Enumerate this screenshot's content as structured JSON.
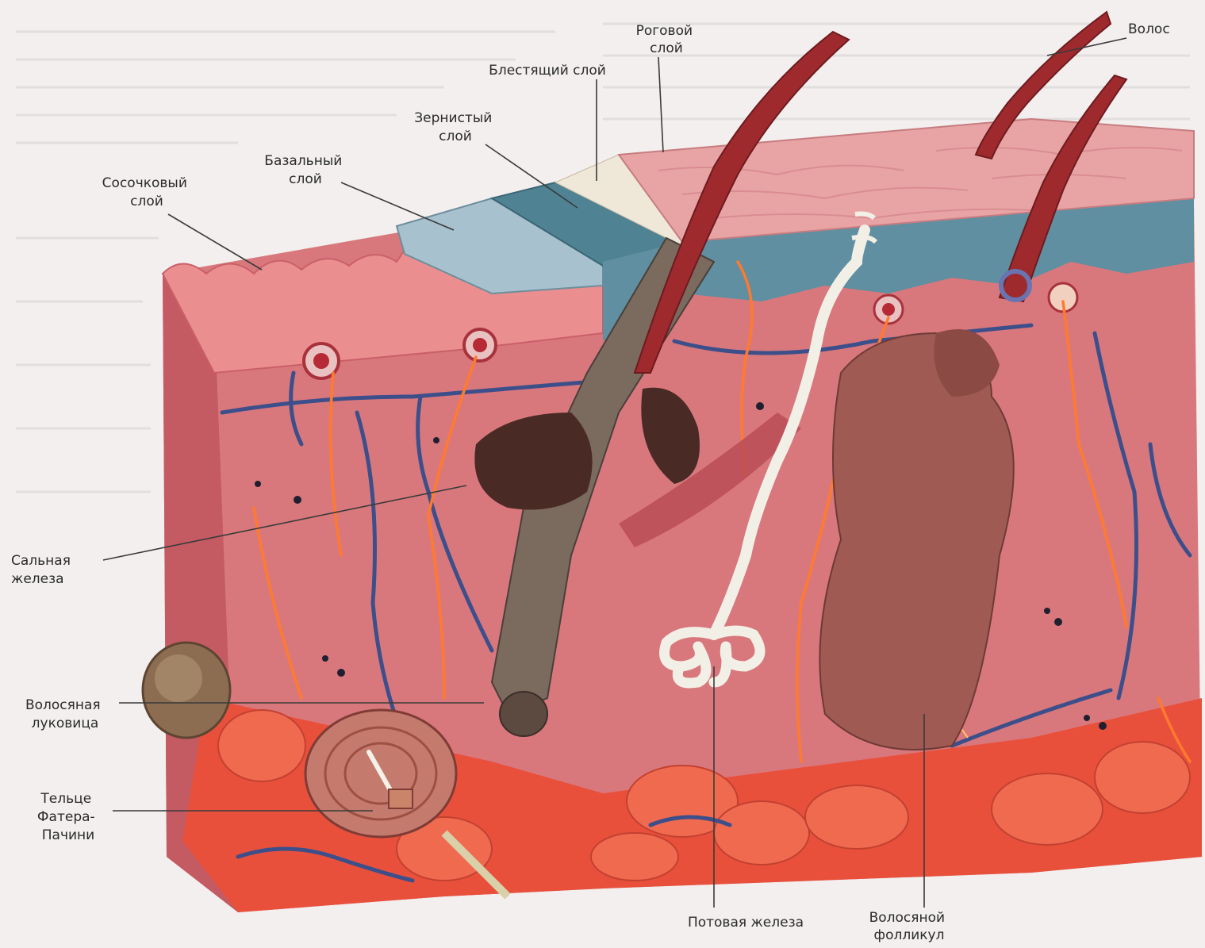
{
  "labels": {
    "horny_layer": [
      "Роговой",
      "слой"
    ],
    "hair": [
      "Волос"
    ],
    "lucid_layer": [
      "Блестящий слой"
    ],
    "granular_layer": [
      "Зернистый",
      "слой"
    ],
    "basal_layer": [
      "Базальный",
      "слой"
    ],
    "papillary_layer": [
      "Сосочковый",
      "слой"
    ],
    "sebaceous_gland": [
      "Сальная",
      "железа"
    ],
    "hair_bulb": [
      "Волосяная",
      "луковица"
    ],
    "pacinian_corpuscle": [
      "Тельце",
      "Фатера-",
      "Пачини"
    ],
    "sweat_gland": [
      "Потовая железа"
    ],
    "hair_follicle": [
      "Волосяной",
      "фолликул"
    ]
  },
  "colors": {
    "page_background": "#f2efee",
    "dermis": "#d9787c",
    "dermis_dark": "#b84a52",
    "epidermis_blue": "#5f8fa0",
    "horny_pink": "#e8a4a4",
    "hair": "#9e2a2e",
    "artery": "#ff7a2e",
    "vein": "#3d4f8a",
    "sweat_gland": "#f2f0e6",
    "sebaceous_gland": "#4a2a24",
    "fat_lobules": "#e8503c",
    "leader_line": "#3a3a3a"
  }
}
